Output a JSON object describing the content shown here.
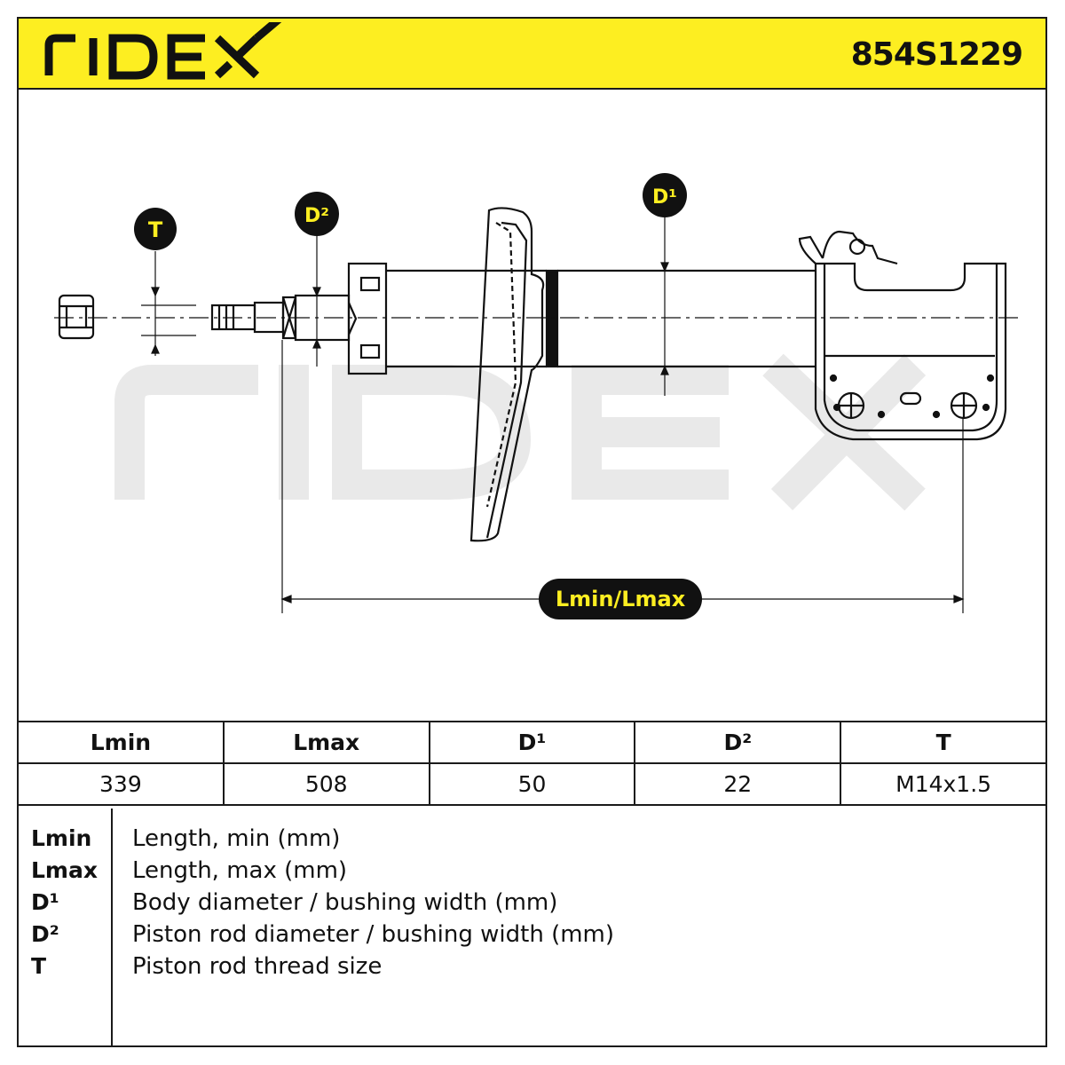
{
  "brand": "RIDEX",
  "part_number": "854S1229",
  "labels": {
    "T": "T",
    "D1": "D¹",
    "D2": "D²",
    "L": "Lmin/Lmax"
  },
  "table": {
    "headers": [
      "Lmin",
      "Lmax",
      "D¹",
      "D²",
      "T"
    ],
    "values": [
      "339",
      "508",
      "50",
      "22",
      "M14x1.5"
    ]
  },
  "legend": [
    {
      "key": "Lmin",
      "desc": "Length, min (mm)"
    },
    {
      "key": "Lmax",
      "desc": "Length, max (mm)"
    },
    {
      "key": "D¹",
      "desc": "Body diameter / bushing width (mm)"
    },
    {
      "key": "D²",
      "desc": "Piston rod diameter / bushing width (mm)"
    },
    {
      "key": "T",
      "desc": "Piston rod thread size"
    }
  ],
  "colors": {
    "accent": "#fdee21",
    "ink": "#111111",
    "watermark": "#e9e9e9"
  }
}
